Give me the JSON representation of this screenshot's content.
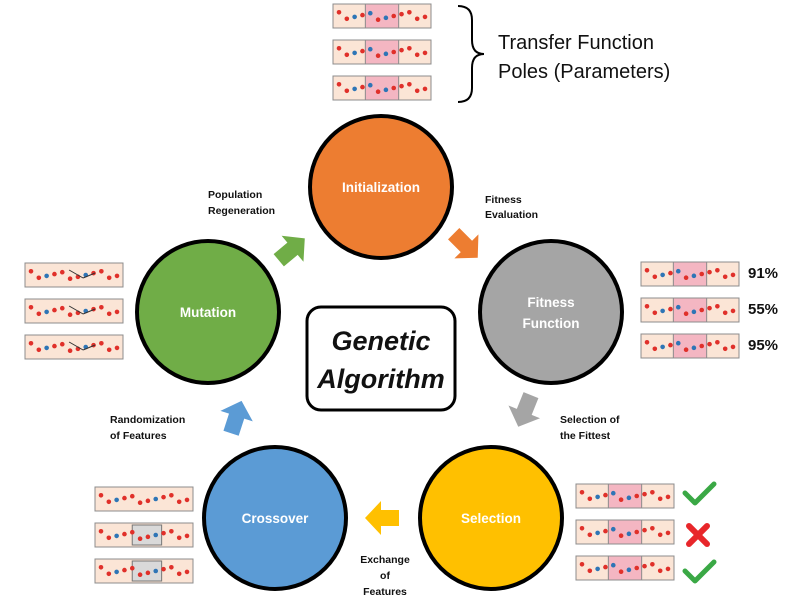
{
  "title": "Genetic Algorithm",
  "title_lines": [
    "Genetic",
    "Algorithm"
  ],
  "nodes": {
    "initialization": {
      "label": "Initialization",
      "color": "#ed7d31"
    },
    "fitness": {
      "label_lines": [
        "Fitness",
        "Function"
      ],
      "color": "#a5a5a5"
    },
    "selection": {
      "label": "Selection",
      "color": "#ffc000"
    },
    "crossover": {
      "label": "Crossover",
      "color": "#5b9bd5"
    },
    "mutation": {
      "label": "Mutation",
      "color": "#70ad47"
    }
  },
  "edges": {
    "fitness_evaluation": [
      "Fitness",
      "Evaluation"
    ],
    "selection_of_fittest": [
      "Selection of",
      "the Fittest"
    ],
    "exchange_of_features": [
      "Exchange",
      "of",
      "Features"
    ],
    "randomization_of_features": [
      "Randomization",
      "of Features"
    ],
    "population_regeneration": [
      "Population",
      "Regeneration"
    ]
  },
  "brace_label": [
    "Transfer Function",
    "Poles (Parameters)"
  ],
  "fitness_scores": [
    "91%",
    "55%",
    "95%"
  ],
  "selection_marks": [
    "check",
    "cross",
    "check"
  ],
  "colors": {
    "chromosome_fill": "#fbe5d6",
    "chromosome_center": "#f4b6c2",
    "gene_red": "#e0302a",
    "gene_blue": "#2e75b6",
    "check": "#3aa845",
    "cross": "#e8262a"
  }
}
